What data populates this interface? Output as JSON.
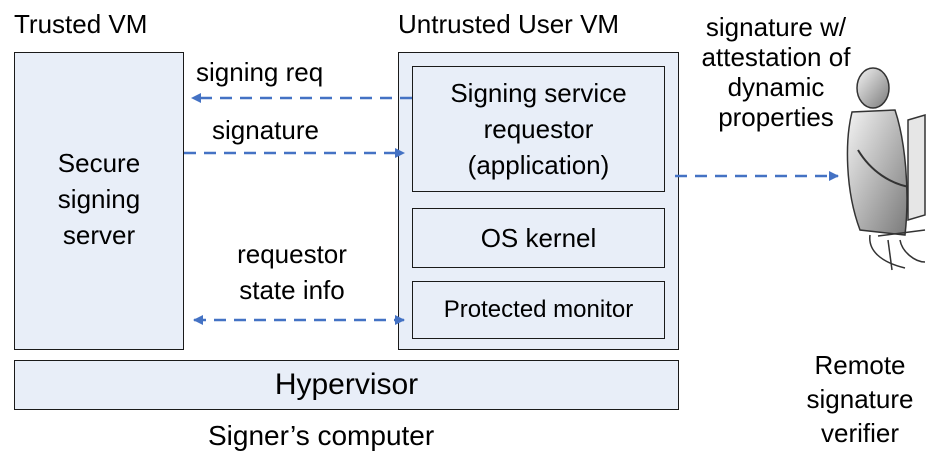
{
  "labels": {
    "trusted_vm": "Trusted VM",
    "untrusted_vm": "Untrusted User VM",
    "secure_server": [
      "Secure",
      "signing",
      "server"
    ],
    "requestor": [
      "Signing service",
      "requestor",
      "(application)"
    ],
    "os_kernel": "OS kernel",
    "protected_monitor": "Protected monitor",
    "hypervisor": "Hypervisor",
    "signers_computer": "Signer’s computer",
    "signing_req": "signing req",
    "signature": "signature",
    "requestor_state": [
      "requestor",
      "state info"
    ],
    "signature_attest": [
      "signature w/",
      "attestation of",
      "dynamic",
      "properties"
    ],
    "remote_verifier": [
      "Remote",
      "signature",
      "verifier"
    ]
  },
  "colors": {
    "box_fill": "#e8eef8",
    "arrow": "#4472c4",
    "outline": "#1a1a1a"
  },
  "icons": {
    "remote_verifier": "person-at-computer-icon"
  }
}
